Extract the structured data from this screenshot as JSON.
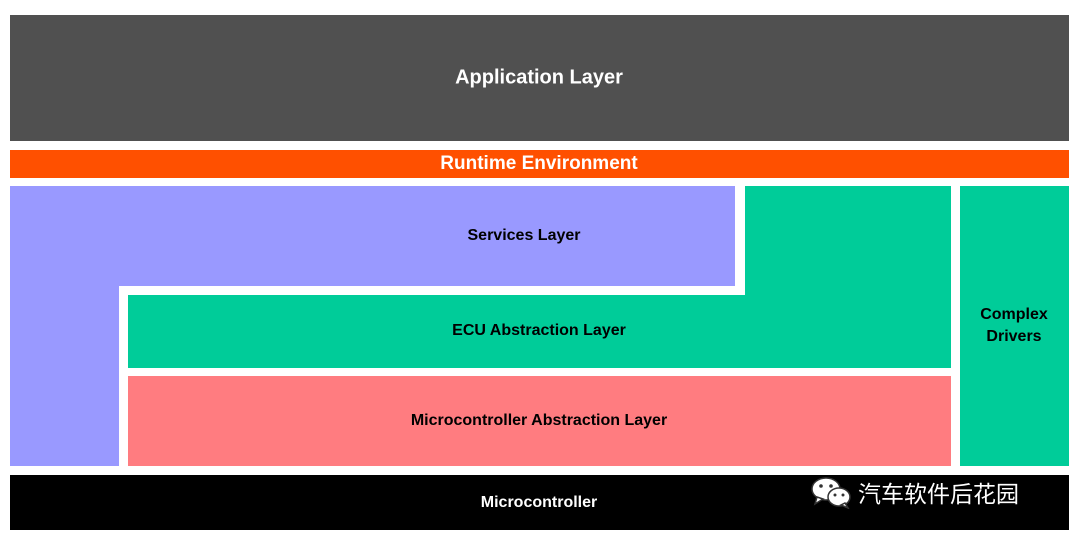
{
  "layers": {
    "application": "Application Layer",
    "runtime_environment": "Runtime Environment",
    "services": "Services Layer",
    "ecu_abstraction": "ECU Abstraction Layer",
    "microcontroller_abstraction": "Microcontroller Abstraction Layer",
    "complex_drivers": "Complex Drivers",
    "microcontroller": "Microcontroller"
  },
  "watermark": {
    "icon": "wechat-icon",
    "text": "汽车软件后花园"
  },
  "colors": {
    "application": "#505050",
    "runtime_environment": "#ff5000",
    "services": "#9999ff",
    "ecu_abstraction": "#00cc99",
    "microcontroller_abstraction": "#ff7c80",
    "complex_drivers": "#00cc99",
    "microcontroller": "#000000"
  }
}
